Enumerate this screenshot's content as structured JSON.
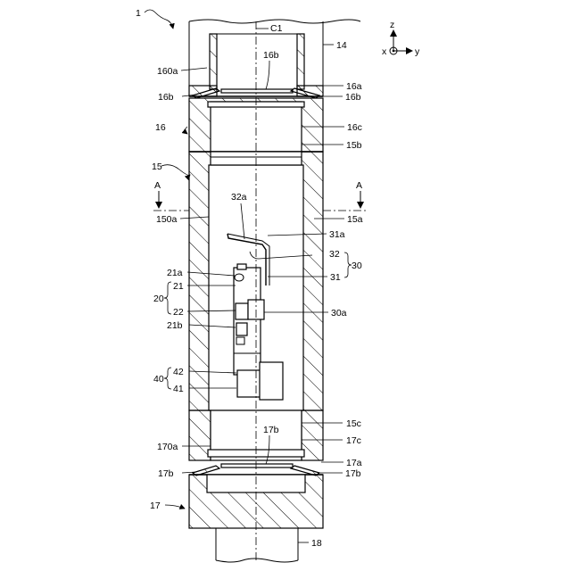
{
  "figure_number": "1",
  "axes": {
    "z": "z",
    "x": "x",
    "y": "y"
  },
  "centerline": "C1",
  "section": {
    "left": "A",
    "right": "A"
  },
  "labels": {
    "l14": "14",
    "l160a": "160a",
    "l16b_top": "16b",
    "l16a": "16a",
    "l16b_left": "16b",
    "l16b_right": "16b",
    "l16": "16",
    "l16c": "16c",
    "l15b": "15b",
    "l15": "15",
    "l15a": "15a",
    "l150a": "150a",
    "l32a": "32a",
    "l31a": "31a",
    "l32": "32",
    "l30": "30",
    "l31": "31",
    "l21a": "21a",
    "l21": "21",
    "l20": "20",
    "l22": "22",
    "l30a": "30a",
    "l21b": "21b",
    "l42": "42",
    "l40": "40",
    "l41": "41",
    "l15c": "15c",
    "l170a": "170a",
    "l17b_top": "17b",
    "l17c": "17c",
    "l17a": "17a",
    "l17b_left": "17b",
    "l17b_right": "17b",
    "l17": "17",
    "l18": "18"
  }
}
